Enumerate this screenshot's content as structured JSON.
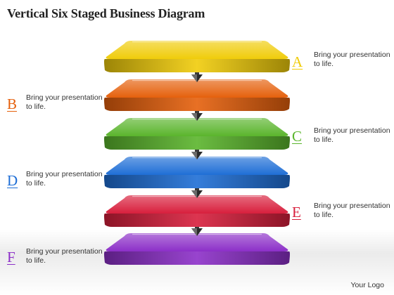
{
  "title": "Vertical Six Staged Business Diagram",
  "logo": "Your Logo",
  "stages": [
    {
      "letter": "A",
      "text": "Bring your presentation to life.",
      "color": "#f0cc0a",
      "side": "right"
    },
    {
      "letter": "B",
      "text": "Bring your presentation to life.",
      "color": "#e5600c",
      "side": "left"
    },
    {
      "letter": "C",
      "text": "Bring your presentation to life.",
      "color": "#5ab52c",
      "side": "right"
    },
    {
      "letter": "D",
      "text": "Bring your presentation to life.",
      "color": "#1e6ed6",
      "side": "left"
    },
    {
      "letter": "E",
      "text": "Bring your presentation to life.",
      "color": "#d81e3c",
      "side": "right"
    },
    {
      "letter": "F",
      "text": "Bring your presentation to life.",
      "color": "#8c2fc8",
      "side": "left"
    }
  ],
  "icons": {
    "connector": "down-arrow-icon"
  }
}
